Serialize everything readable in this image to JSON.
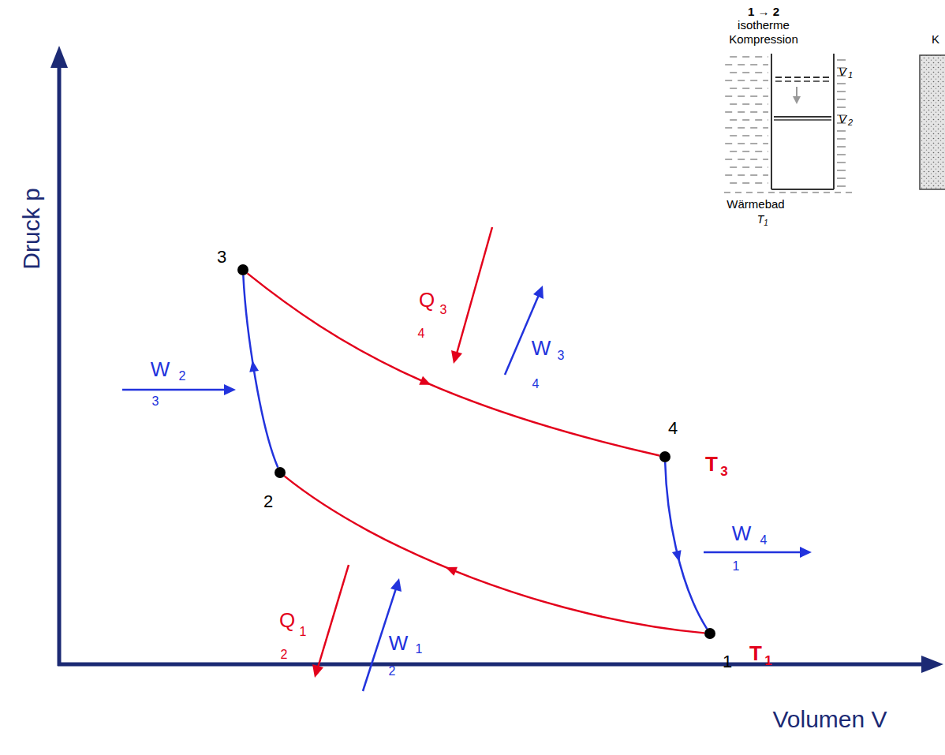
{
  "diagram": {
    "nodes": [
      {
        "text": [
          "1"
        ]
      },
      {
        "text": [
          "2"
        ]
      },
      {
        "text": [
          "3"
        ]
      },
      {
        "text": [
          "4"
        ]
      }
    ],
    "edges": [
      {
        "from": 0,
        "to": 1,
        "arrow": "to"
      },
      {
        "from": 1,
        "to": 2,
        "arrow": "to"
      },
      {
        "from": 2,
        "to": 3,
        "arrow": "to"
      },
      {
        "from": 3,
        "to": 0,
        "arrow": "to"
      }
    ],
    "labels": [
      "Druck p",
      "Volumen V",
      "T",
      "3",
      "T",
      "1",
      "Q",
      "1",
      "2",
      "W",
      "1",
      "2",
      "W",
      "2",
      "3",
      "Q",
      "3",
      "4",
      "W",
      "3",
      "4",
      "W",
      "4",
      "1",
      "1 → 2",
      "isotherme",
      "Kompression",
      "V",
      "1",
      "V",
      "2",
      "Wärmebad",
      "T",
      "1",
      "K"
    ]
  }
}
